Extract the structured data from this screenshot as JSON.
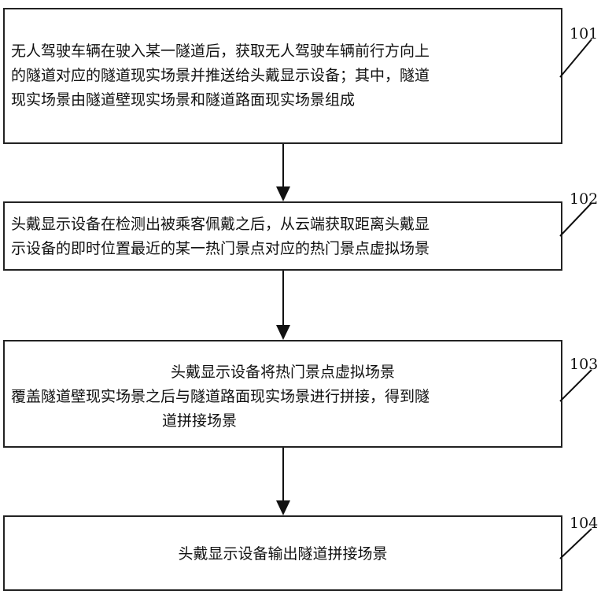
{
  "steps": [
    {
      "label": "101",
      "lines": [
        "无人驾驶车辆在驶入某一隧道后，获取无人驾驶车辆前行方向上",
        "的隧道对应的隧道现实场景并推送给头戴显示设备；其中，隧道",
        "现实场景由隧道壁现实场景和隧道路面现实场景组成"
      ]
    },
    {
      "label": "102",
      "lines": [
        "头戴显示设备在检测出被乘客佩戴之后，从云端获取距离头戴显",
        "示设备的即时位置最近的某一热门景点对应的热门景点虚拟场景"
      ]
    },
    {
      "label": "103",
      "lines": [
        "头戴显示设备将热门景点虚拟场景",
        "覆盖隧道壁现实场景之后与隧道路面现实场景进行拼接，得到隧",
        "道拼接场景"
      ]
    },
    {
      "label": "104",
      "lines": [
        "头戴显示设备输出隧道拼接场景"
      ]
    }
  ]
}
